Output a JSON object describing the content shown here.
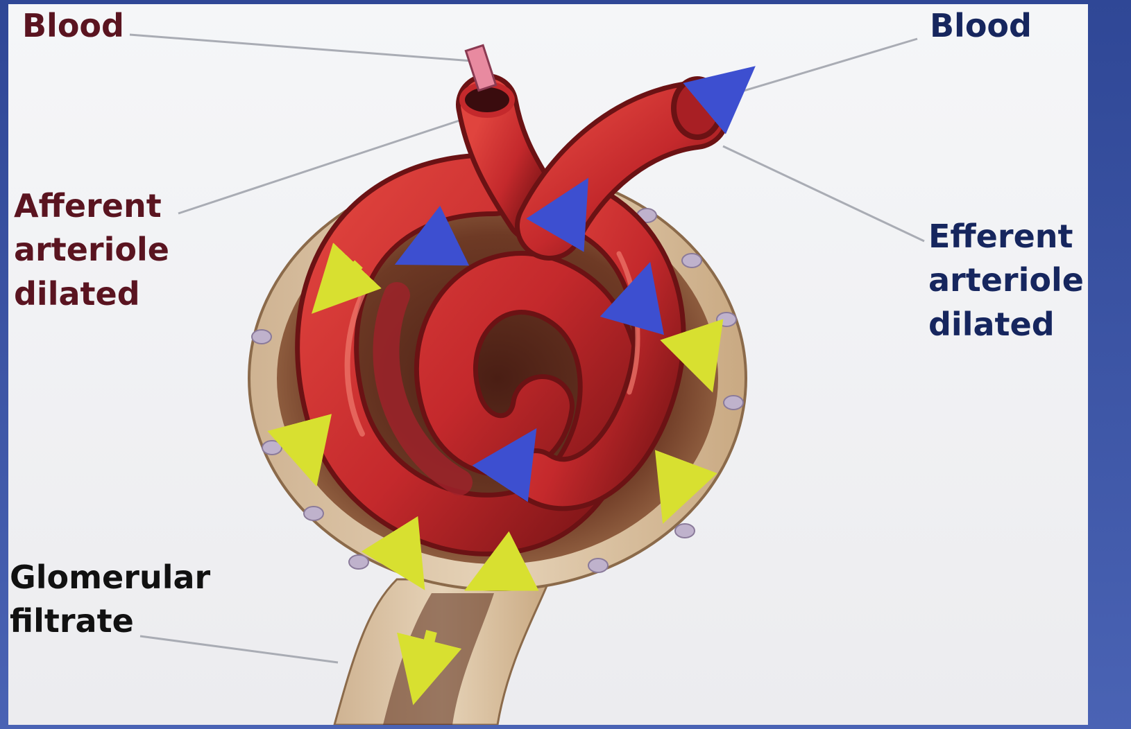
{
  "labels": {
    "blood_in": "Blood",
    "blood_out": "Blood",
    "afferent": "Afferent\narteriole\ndilated",
    "efferent": "Efferent\narteriole\ndilated",
    "filtrate": "Glomerular\nfiltrate"
  },
  "colors": {
    "frame": "#3a4f9c",
    "background": "#eeeff2",
    "vessel": "#c4292c",
    "vessel_dark": "#6b1214",
    "capsule": "#d9c2a4",
    "filtrate_arrow": "#d8e030",
    "blood_arrow": "#3d4fd0",
    "afferent_label": "#5a1420",
    "efferent_label": "#16265e"
  }
}
